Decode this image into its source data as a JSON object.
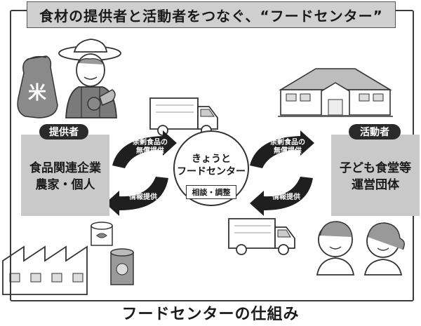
{
  "title": "食材の提供者と活動者をつなぐ、“フードセンター”",
  "caption": "フードセンターの仕組み",
  "provider": {
    "tag": "提供者",
    "lines": [
      "食品関連企業",
      "農家・個人"
    ]
  },
  "activist": {
    "tag": "活動者",
    "lines": [
      "子ども食堂等",
      "運営団体"
    ]
  },
  "center": {
    "lines": [
      "きょうと",
      "フードセンター"
    ],
    "badge": "相談・調整"
  },
  "arrows": {
    "left_top": [
      "余剰食品の",
      "無償提供"
    ],
    "left_bottom": "情報提供",
    "right_top": [
      "余剰食品の",
      "無償提供"
    ],
    "right_bottom": "情報提供"
  },
  "illustrations": {
    "rice_bag_text": "米"
  }
}
